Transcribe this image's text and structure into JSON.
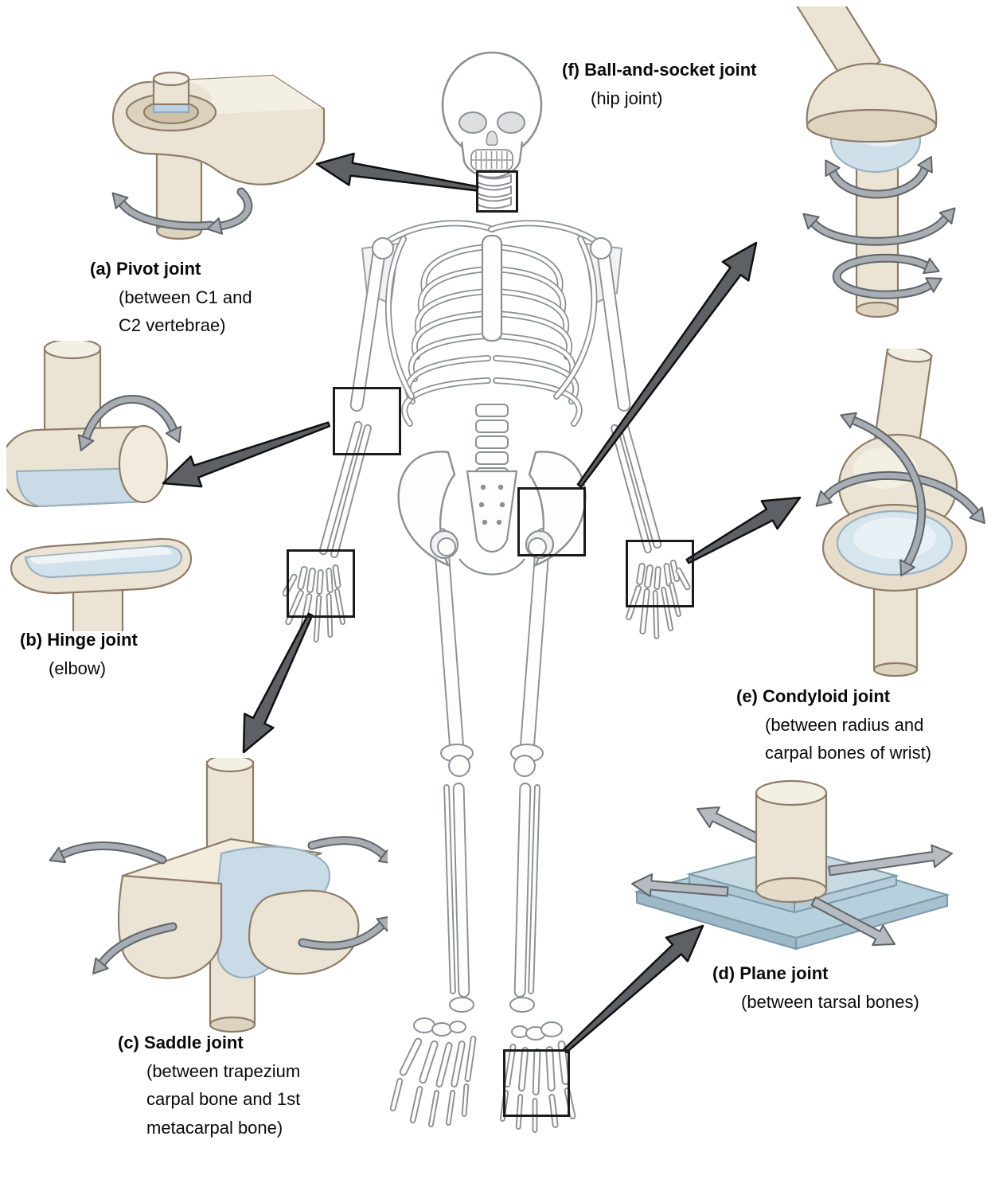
{
  "figure": {
    "background": "#ffffff",
    "colors": {
      "bone": "#ebe4d4",
      "bone_shadow": "#ddd3bf",
      "bone_highlight": "#f4efe3",
      "bone_outline": "#8d7c69",
      "cartilage": "#c9dbe7",
      "cartilage_light": "#e8f1f6",
      "cartilage_outline": "#9ab0be",
      "motion_arrow": "#a7adb3",
      "motion_arrow_outline": "#5f6468",
      "pointer_arrow": "#5d6165",
      "pointer_arrow_outline": "#101010",
      "plane_plate": "#b7d0dd",
      "skeleton_line": "#8a9094",
      "text": "#0a0a0a"
    },
    "labels": [
      {
        "prefix": "(a)",
        "name": "Pivot joint",
        "detail": "(between C1 and C2 vertebrae)"
      },
      {
        "prefix": "(b)",
        "name": "Hinge joint",
        "detail": "(elbow)"
      },
      {
        "prefix": "(c)",
        "name": "Saddle joint",
        "detail": "(between trapezium carpal bone and 1st metacarpal bone)"
      },
      {
        "prefix": "(d)",
        "name": "Plane joint",
        "detail": "(between tarsal bones)"
      },
      {
        "prefix": "(e)",
        "name": "Condyloid joint",
        "detail": "(between radius and carpal bones of wrist)"
      },
      {
        "prefix": "(f)",
        "name": "Ball-and-socket joint",
        "detail": "(hip joint)"
      }
    ]
  }
}
